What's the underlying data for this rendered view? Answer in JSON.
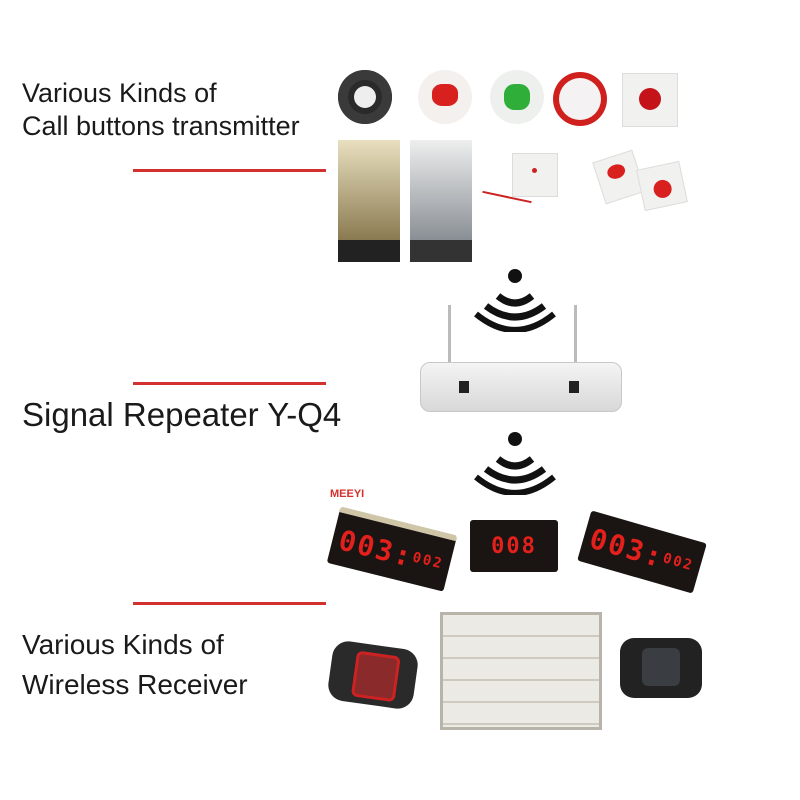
{
  "sections": {
    "transmitters": {
      "line1": "Various Kinds of",
      "line2": "Call buttons transmitter"
    },
    "repeater": {
      "title": "Signal Repeater Y-Q4"
    },
    "receivers": {
      "line1": "Various Kinds of",
      "line2": "Wireless Receiver"
    }
  },
  "displays": {
    "brand": "MEEYI",
    "left_main": "003:",
    "left_small": "002",
    "center": "008",
    "right_main": "003:",
    "right_small": "002"
  },
  "colors": {
    "accent_line": "#d3312f",
    "led": "#e4201c",
    "button_red": "#d8201e",
    "button_green": "#2fae3a"
  },
  "icons": [
    "wireless-signal-icon",
    "call-button-icon",
    "wristwatch-pager-icon",
    "repeater-device-icon"
  ]
}
